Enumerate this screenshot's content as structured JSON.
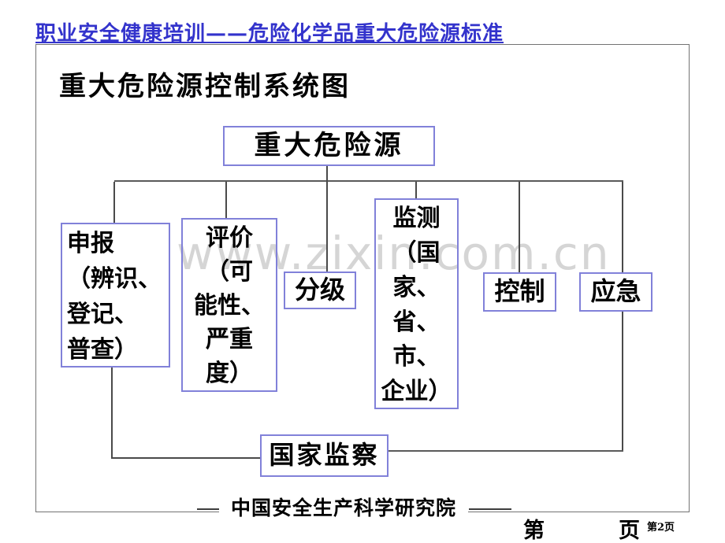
{
  "page": {
    "header": "职业安全健康培训——危险化学品重大危险源标准",
    "slide_title": "重大危险源控制系统图",
    "watermark": "www.zixin.com.cn",
    "footer": "中国安全生产科学研究院",
    "page_label_left": "第",
    "page_label_right": "页",
    "page_number": "第2页"
  },
  "diagram": {
    "nodes": {
      "hazard": {
        "label": "重大危险源"
      },
      "report": {
        "lines": [
          "申报",
          "（辨识、",
          "登记、",
          "普查）"
        ]
      },
      "evaluate": {
        "lines": [
          "评价",
          "（可",
          "能性、",
          "严重",
          "度）"
        ]
      },
      "grade": {
        "label": "分级"
      },
      "monitor": {
        "lines": [
          "监测",
          "（国",
          "家、",
          "省、",
          "市、",
          "企业）"
        ]
      },
      "control": {
        "label": "控制"
      },
      "emergency": {
        "label": "应急"
      },
      "supervision": {
        "label": "国家监察"
      }
    }
  },
  "colors": {
    "header_blue": "#3333cc",
    "box_border": "#8181d9",
    "connector_gray": "#4a4a4a",
    "watermark_gray": "#b3b3b3"
  }
}
